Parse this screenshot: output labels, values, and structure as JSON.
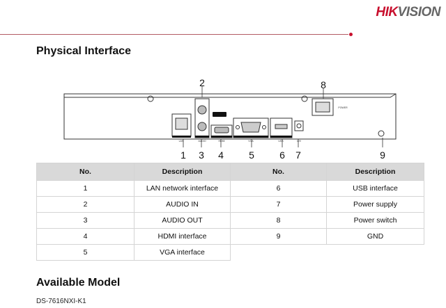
{
  "brand": {
    "logo_red": "HIK",
    "logo_gray": "VISION",
    "accent": "#c8102e"
  },
  "sections": {
    "physical_interface": "Physical Interface",
    "available_model": "Available Model"
  },
  "diagram": {
    "callouts": [
      "1",
      "2",
      "3",
      "4",
      "5",
      "6",
      "7",
      "8",
      "9"
    ],
    "port_labels": {
      "lan": "LAN",
      "audio": "AUDIO",
      "hdmi": "HDMI",
      "vga": "VGA",
      "usb": "USB",
      "power_in": "12V",
      "power": "POWER"
    }
  },
  "table": {
    "headers": [
      "No.",
      "Description",
      "No.",
      "Description"
    ],
    "rows": [
      [
        "1",
        "LAN network interface",
        "6",
        "USB interface"
      ],
      [
        "2",
        "AUDIO IN",
        "7",
        "Power supply"
      ],
      [
        "3",
        "AUDIO OUT",
        "8",
        "Power switch"
      ],
      [
        "4",
        "HDMI interface",
        "9",
        "GND"
      ],
      [
        "5",
        "VGA interface",
        "",
        ""
      ]
    ]
  },
  "model": "DS-7616NXI-K1"
}
